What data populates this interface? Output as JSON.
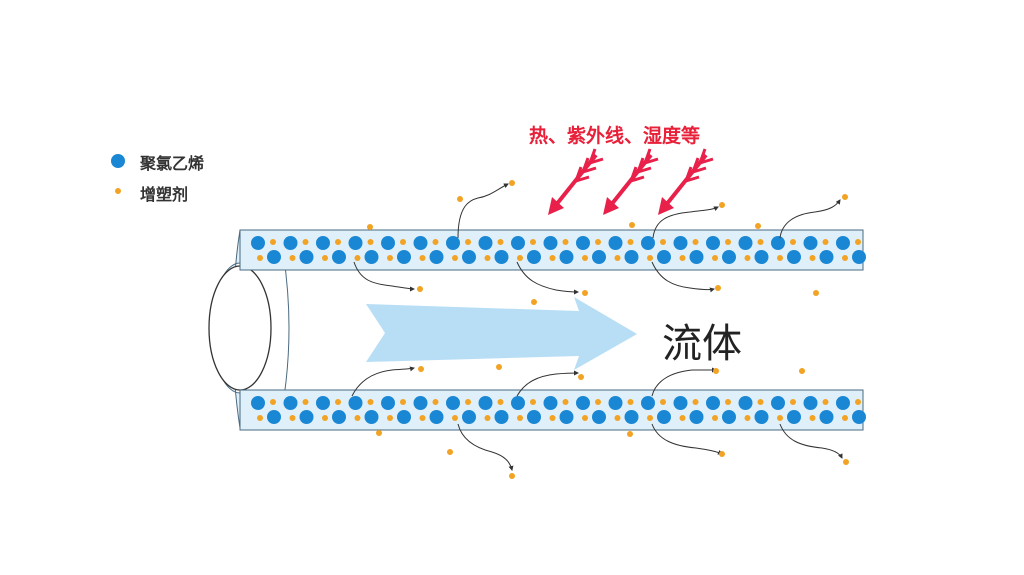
{
  "legend": {
    "pvc_label": "聚氯乙烯",
    "plasticizer_label": "增塑剂"
  },
  "environment_label": "热、紫外线、湿度等",
  "fluid_label": "流体",
  "colors": {
    "pvc": "#1a87d4",
    "plasticizer": "#f2a324",
    "tube_fill": "#dff0fa",
    "tube_edge": "#4a6a80",
    "flow_arrow": "#b8def5",
    "environment_arrow": "#e8204a",
    "migration_arrow": "#333333"
  },
  "icons": {
    "pvc": "blue-circle",
    "plasticizer": "orange-dot",
    "environment": "feathered-arrow",
    "flow": "large-arrow"
  }
}
